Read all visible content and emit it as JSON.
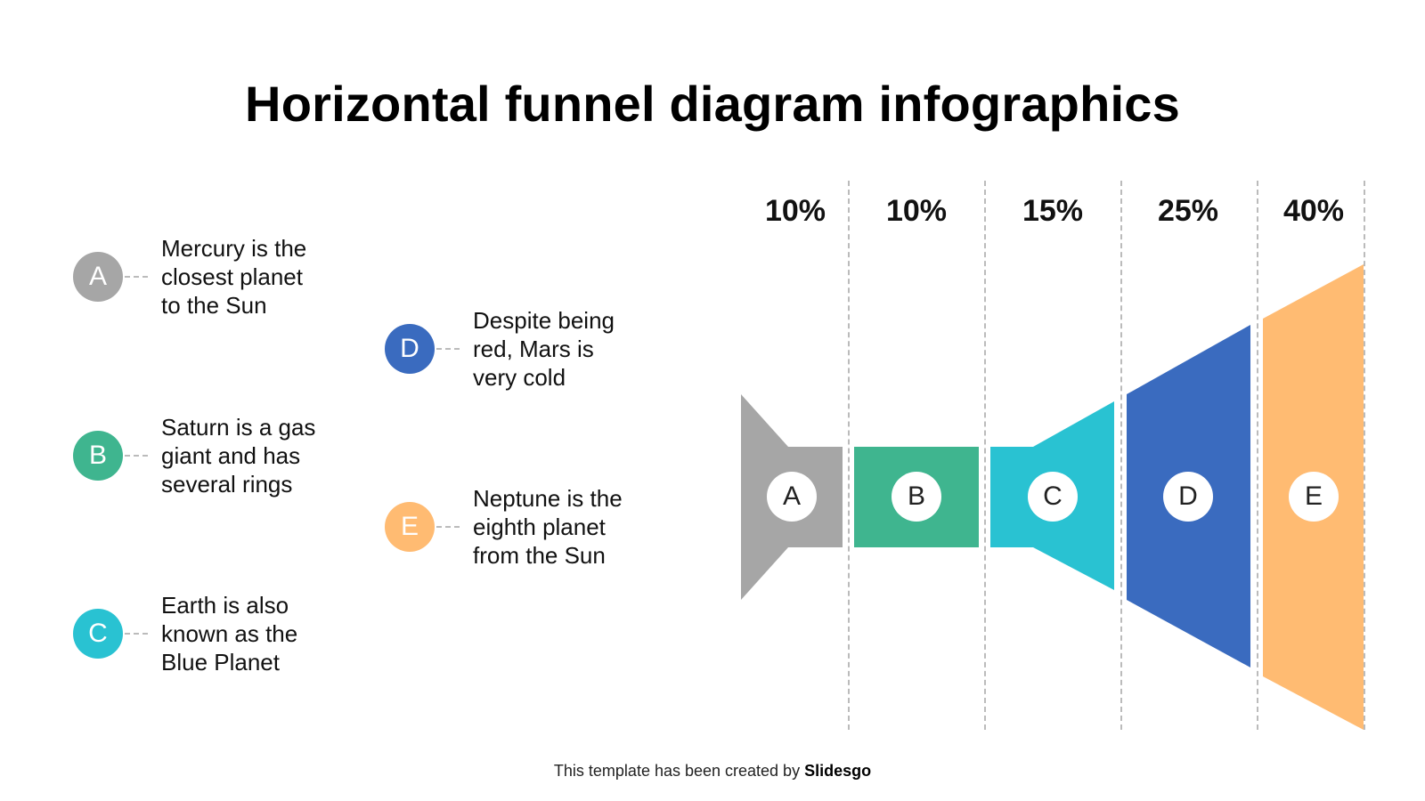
{
  "title": "Horizontal funnel diagram infographics",
  "items": [
    {
      "letter": "A",
      "text": "Mercury is the\nclosest planet\nto the Sun",
      "color": "#a6a6a6"
    },
    {
      "letter": "B",
      "text": "Saturn is a gas\ngiant and has\nseveral rings",
      "color": "#3fb58f"
    },
    {
      "letter": "C",
      "text": "Earth is also\nknown as the\nBlue Planet",
      "color": "#29c2d2"
    },
    {
      "letter": "D",
      "text": "Despite being\nred, Mars is\nvery cold",
      "color": "#3a6bbf"
    },
    {
      "letter": "E",
      "text": "Neptune is the\neighth planet\nfrom the Sun",
      "color": "#ffbb72"
    }
  ],
  "funnel": {
    "percentages": [
      "10%",
      "10%",
      "15%",
      "25%",
      "40%"
    ],
    "stages": [
      "A",
      "B",
      "C",
      "D",
      "E"
    ]
  },
  "footer": {
    "prefix": "This template has been created by ",
    "brand": "Slidesgo"
  }
}
